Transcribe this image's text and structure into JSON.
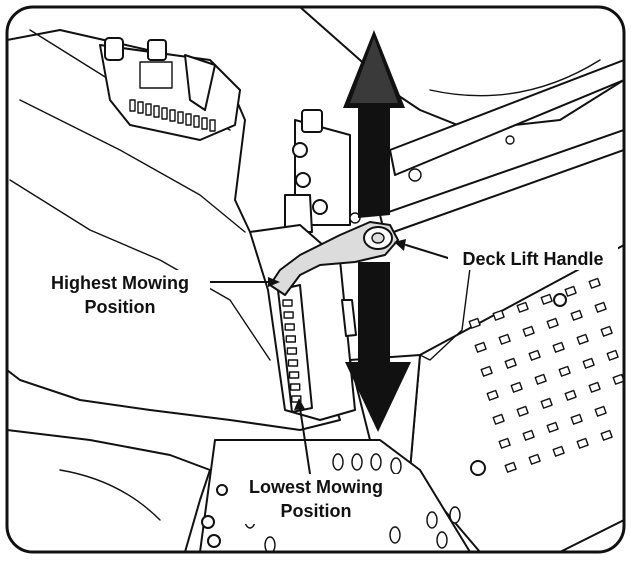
{
  "labels": {
    "deck_lift_handle": "Deck Lift Handle",
    "highest_line1": "Highest Mowing",
    "highest_line2": "Position",
    "lowest_line1": "Lowest Mowing",
    "lowest_line2": "Position"
  },
  "colors": {
    "ink": "#111111",
    "paper": "#ffffff",
    "shade": "#dcdcdc"
  }
}
